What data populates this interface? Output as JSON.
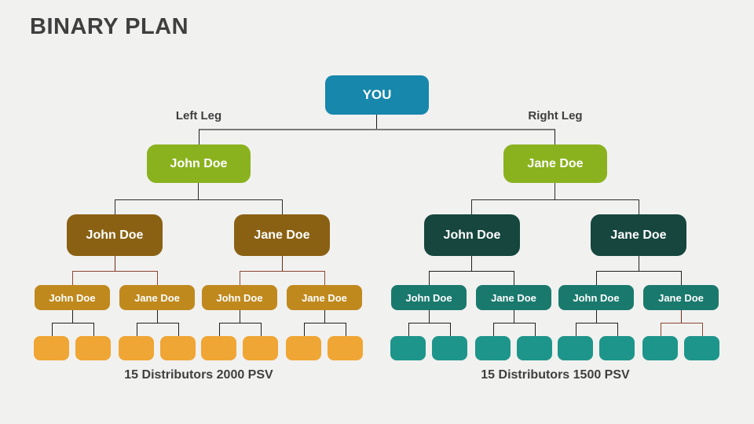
{
  "title": "BINARY PLAN",
  "root_label": "YOU",
  "left_leg_label": "Left Leg",
  "right_leg_label": "Right Leg",
  "level2": [
    "John Doe",
    "Jane Doe"
  ],
  "level3": [
    "John Doe",
    "Jane Doe",
    "John Doe",
    "Jane Doe"
  ],
  "level4": [
    "John Doe",
    "Jane Doe",
    "John Doe",
    "Jane Doe",
    "John Doe",
    "Jane Doe",
    "John Doe",
    "Jane Doe"
  ],
  "captions": {
    "left": "15 Distributors 2000 PSV",
    "right": "15 Distributors 1500 PSV"
  },
  "colors": {
    "root": "#1787ac",
    "level2_green": "#8ab21e",
    "level3_brown": "#8a6113",
    "level3_dark_teal": "#16463e",
    "level4_gold": "#c0891e",
    "level4_teal": "#1a796d",
    "level5_amber": "#f0a634",
    "level5_teal": "#1e958a",
    "heading_text": "#3f3f3f",
    "connector_dark": "#1f1f1f",
    "connector_maroon": "#6e2c15",
    "connector_rust": "#8a4632"
  }
}
